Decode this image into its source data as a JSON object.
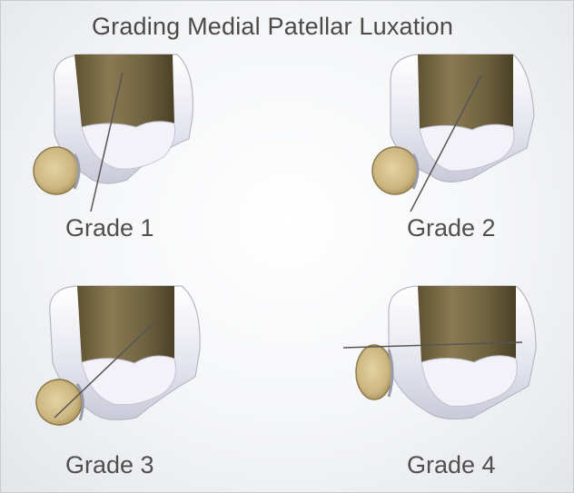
{
  "title": "Grading Medial Patellar Luxation",
  "panels": [
    {
      "label": "Grade 1"
    },
    {
      "label": "Grade 2"
    },
    {
      "label": "Grade 3"
    },
    {
      "label": "Grade 4"
    }
  ],
  "colors": {
    "bone_shaft": "#7a6a45",
    "condyle": "#e8e8f2",
    "patella": "#d6c391",
    "line": "#555555",
    "text": "#4f4f4f"
  }
}
